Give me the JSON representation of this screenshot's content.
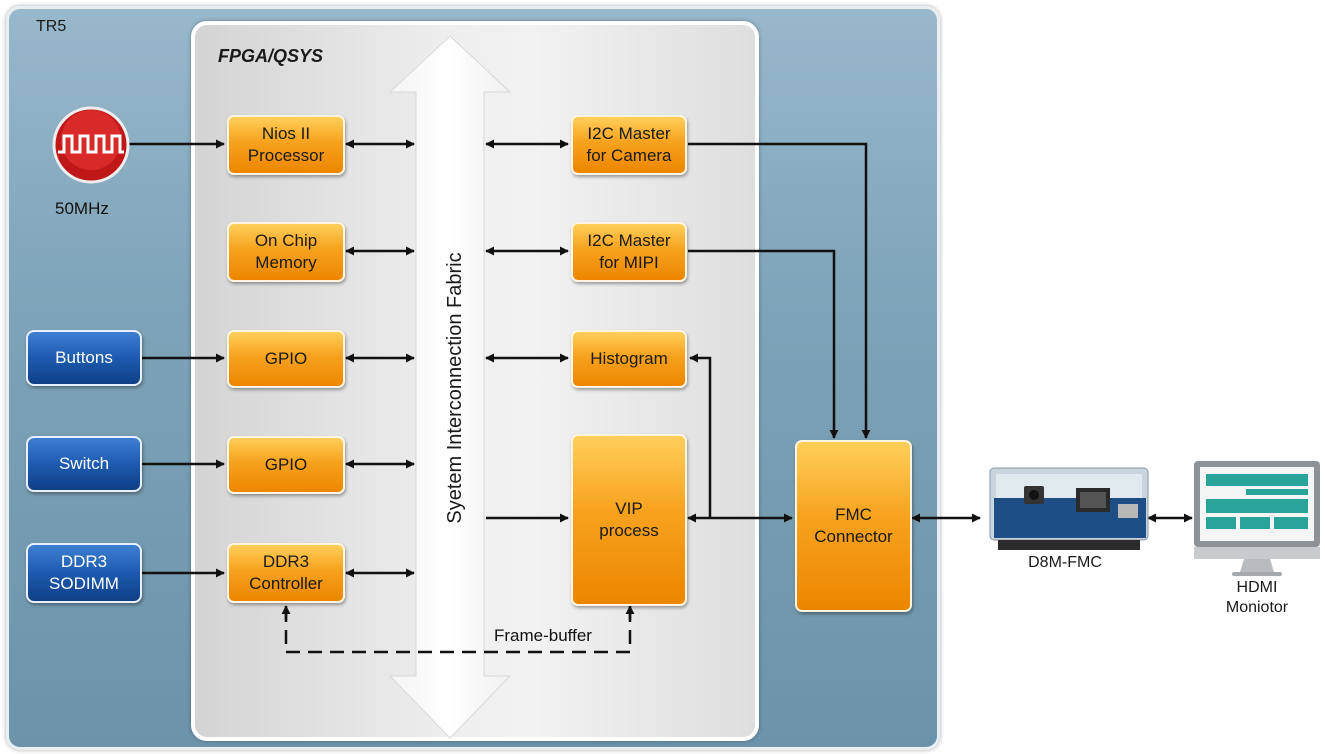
{
  "board": {
    "label": "TR5"
  },
  "fpga": {
    "label": "FPGA/QSYS"
  },
  "fabric": {
    "label": "Syetem Interconnection Fabric"
  },
  "clock": {
    "label": "50MHz"
  },
  "inputs": {
    "buttons": "Buttons",
    "switch": "Switch",
    "ddr3_sodimm": [
      "DDR3",
      "SODIMM"
    ]
  },
  "modules": {
    "nios": [
      "Nios II",
      "Processor"
    ],
    "onchip": [
      "On Chip",
      "Memory"
    ],
    "gpio1": "GPIO",
    "gpio2": "GPIO",
    "ddr3_ctrl": [
      "DDR3",
      "Controller"
    ],
    "i2c_camera": [
      "I2C Master",
      "for Camera"
    ],
    "i2c_mipi": [
      "I2C Master",
      "for MIPI"
    ],
    "histogram": "Histogram",
    "vip": [
      "VIP",
      "process"
    ],
    "fmc": [
      "FMC",
      "Connector"
    ]
  },
  "frame_buffer": "Frame-buffer",
  "external": {
    "d8m": "D8M-FMC",
    "hdmi": [
      "HDMI",
      "Moniotor"
    ]
  },
  "colors": {
    "module_orange": "#f7a21e",
    "input_blue": "#1d5bb0",
    "board": "#7fa3b8",
    "fpga": "#eeeeee"
  }
}
